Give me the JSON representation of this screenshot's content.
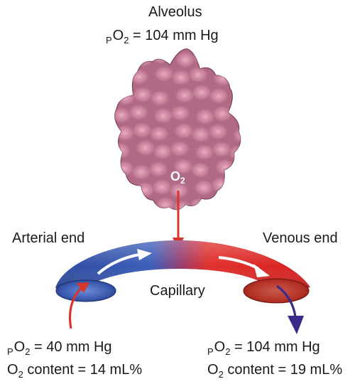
{
  "alveolus": {
    "title": "Alveolus",
    "po2_prefix": "P",
    "po2_o": "O",
    "po2_sub": "2",
    "po2_value": " = 104 mm Hg"
  },
  "gas": {
    "o": "O",
    "sub": "2"
  },
  "labels": {
    "arterial_end": "Arterial end",
    "venous_end": "Venous end",
    "capillary": "Capillary"
  },
  "arterial": {
    "po2_prefix": "P",
    "po2_o": "O",
    "po2_sub": "2",
    "po2_value": " = 40 mm Hg",
    "content_o": "O",
    "content_sub": "2",
    "content_value": " content = 14 mL%"
  },
  "venous": {
    "po2_prefix": "P",
    "po2_o": "O",
    "po2_sub": "2",
    "po2_value": " = 104 mm Hg",
    "content_o": "O",
    "content_sub": "2",
    "content_value": " content = 19 mL%"
  },
  "colors": {
    "alveolus": "#b06a86",
    "alveolus_bubble": "#e7a2b8",
    "arterial_blood": "#2f4ea3",
    "venous_blood": "#e02a2a",
    "flow_arrow": "#ffffff",
    "oxygen_arrow": "#d9342b",
    "outflow_arrow": "#3a2a8a"
  }
}
